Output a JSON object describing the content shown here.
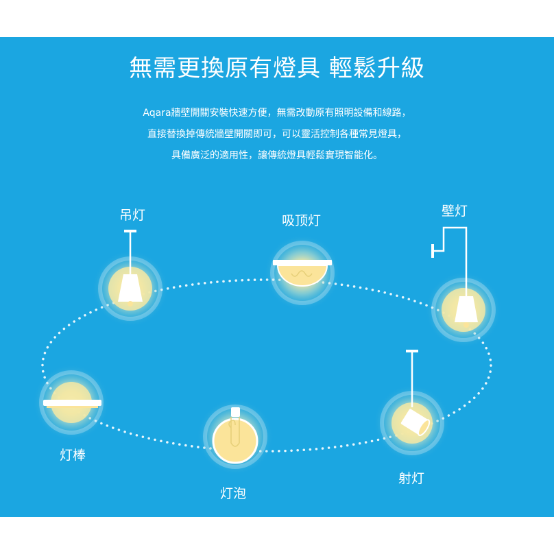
{
  "headline": "無需更換原有燈具 輕鬆升級",
  "description": [
    "Aqara牆壁開關安裝快速方便，無需改動原有照明設備和線路，",
    "直接替換掉傳統牆壁開關即可，可以靈活控制各種常見燈具，",
    "具備廣泛的適用性，讓傳統燈具輕鬆實現智能化。"
  ],
  "lamps": {
    "pendant": "吊灯",
    "ceiling": "吸顶灯",
    "wall": "壁灯",
    "tube": "灯棒",
    "bulb": "灯泡",
    "spot": "射灯"
  },
  "colors": {
    "background": "#1ba6e1",
    "text": "#ffffff",
    "glow": "#f3e8a4",
    "lamp_light": "#fbe49a"
  }
}
